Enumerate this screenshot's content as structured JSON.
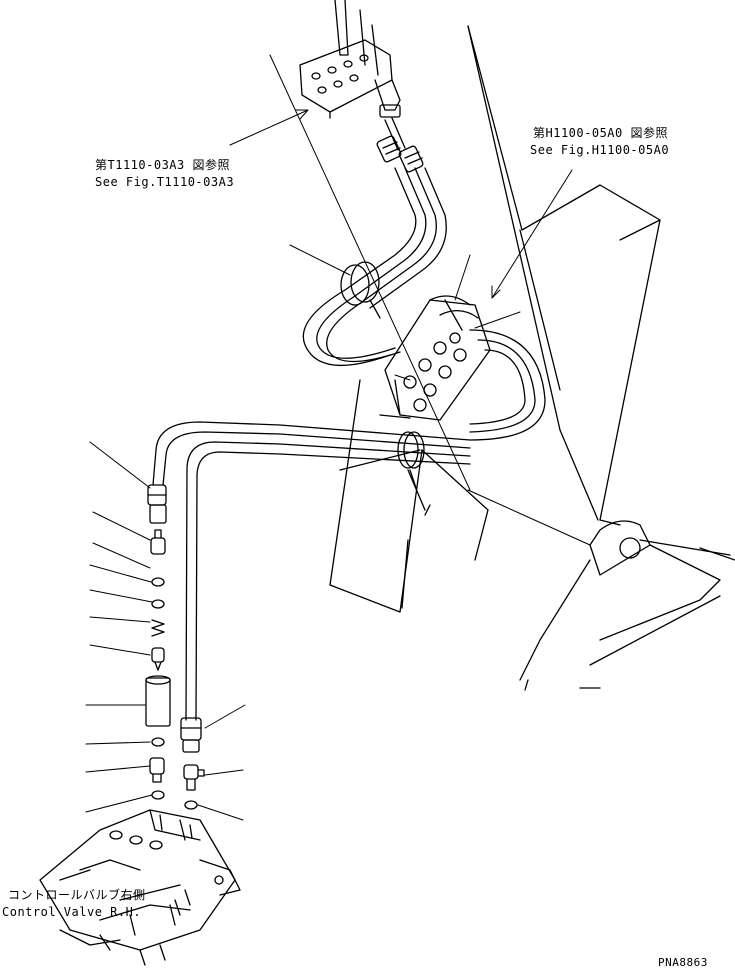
{
  "callouts": [
    {
      "id": "fig-t1110",
      "jp": "第T1110-03A3 図参照",
      "en": "See Fig.T1110-03A3"
    },
    {
      "id": "fig-h1100",
      "jp": "第H1100-05A0 図参照",
      "en": "See Fig.H1100-05A0"
    }
  ],
  "control_valve": {
    "jp": "コントロールバルブ右側",
    "en": "Control Valve R.H."
  },
  "drawing_code": "PNA8863",
  "colors": {
    "ink": "#000000",
    "paper": "#ffffff"
  }
}
